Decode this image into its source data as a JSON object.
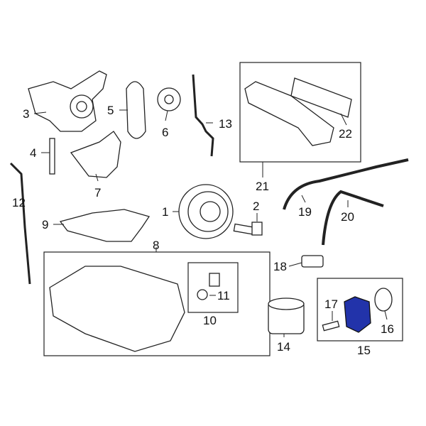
{
  "diagram": {
    "highlight_color": "#2233aa",
    "highlighted_part": "15",
    "callouts": [
      "1",
      "2",
      "3",
      "4",
      "5",
      "6",
      "7",
      "8",
      "9",
      "10",
      "11",
      "12",
      "13",
      "14",
      "15",
      "16",
      "17",
      "18",
      "19",
      "20",
      "21",
      "22"
    ]
  }
}
